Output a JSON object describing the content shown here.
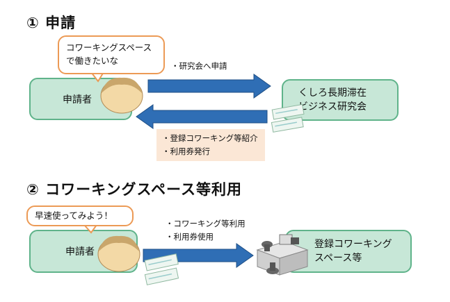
{
  "colors": {
    "box_fill": "#c7e7d7",
    "box_border": "#5fb38a",
    "bubble_border": "#ec9a55",
    "arrow_fill": "#2f6eb5",
    "note_fill": "#fbe7d6",
    "head_fill": "#f3d9a6",
    "hair_fill": "#c9a66b"
  },
  "section1": {
    "heading": "① 申請",
    "applicant_label": "申請者",
    "bubble_text": "コワーキングスペースで働きたいな",
    "org_label_line1": "くしろ長期滞在",
    "org_label_line2": "ビジネス研究会",
    "arrow_right_label": "・研究会へ申請",
    "arrow_left_line1": "・登録コワーキング等紹介",
    "arrow_left_line2": "・利用券発行"
  },
  "section2": {
    "heading": "② コワーキングスペース等利用",
    "applicant_label": "申請者",
    "bubble_text": "早速使ってみよう！",
    "dest_label_line1": "登録コワーキング",
    "dest_label_line2": "スペース等",
    "arrow_line1": "・コワーキング等利用",
    "arrow_line2": "・利用券使用"
  }
}
